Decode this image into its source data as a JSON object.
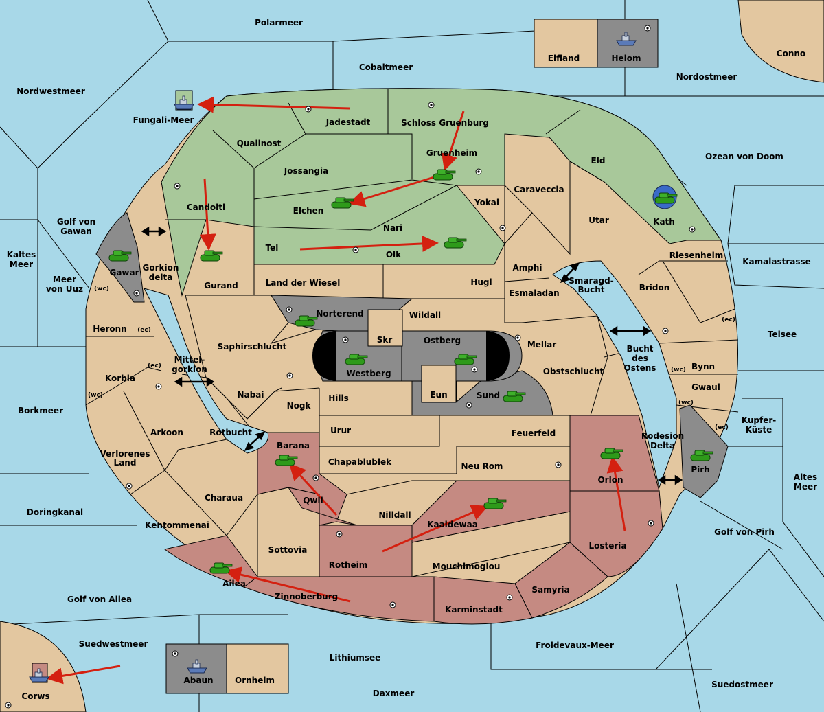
{
  "colors": {
    "sea": "#a8d8e8",
    "land_neutral": "#e3c7a0",
    "land_green": "#a8c89a",
    "land_red": "#c58a82",
    "land_grey": "#8c8c8c",
    "arrow_red": "#d42010",
    "unit_green": "#2e9a1a",
    "unit_blue": "#3a6ac8",
    "center_black": "#000000"
  },
  "icons": {
    "army": "tank-icon",
    "fleet": "ship-icon",
    "supply_center": "supply-center-icon",
    "bidirectional": "double-arrow-icon",
    "move_order": "red-arrow-icon"
  },
  "labels": {
    "polarmeer": "Polarmeer",
    "cobaltmeer": "Cobaltmeer",
    "elfland": "Elfland",
    "helom": "Helom",
    "conno": "Conno",
    "nordostmeer": "Nordostmeer",
    "nordwestmeer": "Nordwestmeer",
    "fungali_meer": "Fungali-Meer",
    "jadestadt": "Jadestadt",
    "schloss_gruenburg": "Schloss Gruenburg",
    "qualinost": "Qualinost",
    "gruenheim": "Gruenheim",
    "eld": "Eld",
    "ozean_von_doom": "Ozean von Doom",
    "jossangia": "Jossangia",
    "caraveccia": "Caraveccia",
    "kath": "Kath",
    "candolti": "Candolti",
    "elchen": "Elchen",
    "yokai": "Yokai",
    "utar": "Utar",
    "golf_von_gawan_1": "Golf von",
    "golf_von_gawan_2": "Gawan",
    "nari": "Nari",
    "tel": "Tel",
    "olk": "Olk",
    "riesenheim": "Riesenheim",
    "kaltes_meer_1": "Kaltes",
    "kaltes_meer_2": "Meer",
    "gawar": "Gawar",
    "gorkion_delta_1": "Gorkion",
    "gorkion_delta_2": "delta",
    "amphi": "Amphi",
    "kamalastrasse": "Kamalastrasse",
    "meer_von_uuz_1": "Meer",
    "meer_von_uuz_2": "von Uuz",
    "gurand": "Gurand",
    "land_der_wiesel": "Land der Wiesel",
    "hugl": "Hugl",
    "smaragd_bucht_1": "Smaragd-",
    "smaragd_bucht_2": "Bucht",
    "bridon": "Bridon",
    "esmaladan": "Esmaladan",
    "norterend": "Norterend",
    "wildall": "Wildall",
    "heronn": "Heronn",
    "teisee": "Teisee",
    "skr": "Skr",
    "saphirschlucht": "Saphirschlucht",
    "ostberg": "Ostberg",
    "mellar": "Mellar",
    "bucht_des_ostens_1": "Bucht",
    "bucht_des_ostens_2": "des",
    "bucht_des_ostens_3": "Ostens",
    "mittelgorkion_1": "Mittel-",
    "mittelgorkion_2": "gorkion",
    "westberg": "Westberg",
    "obstschlucht": "Obstschlucht",
    "bynn": "Bynn",
    "korbia": "Korbia",
    "gwaul": "Gwaul",
    "nabai": "Nabai",
    "hills": "Hills",
    "eun": "Eun",
    "sund": "Sund",
    "borkmeer": "Borkmeer",
    "nogk": "Nogk",
    "kupferkueste_1": "Kupfer-",
    "kupferkueste_2": "Küste",
    "arkoon": "Arkoon",
    "rotbucht": "Rotbucht",
    "urur": "Urur",
    "feuerfeld": "Feuerfeld",
    "rodesion_delta_1": "Rodesion",
    "rodesion_delta_2": "Delta",
    "barana": "Barana",
    "verlorenes_land_1": "Verlorenes",
    "verlorenes_land_2": "Land",
    "chapablublek": "Chapablublek",
    "orlon": "Orlon",
    "pirh": "Pirh",
    "neu_rom": "Neu Rom",
    "altes_meer_1": "Altes",
    "altes_meer_2": "Meer",
    "charaua": "Charaua",
    "qwil": "Qwil",
    "doringkanal": "Doringkanal",
    "nilldall": "Nilldall",
    "kaaldewaa": "Kaaldewaa",
    "kentommenai": "Kentommenai",
    "golf_von_pirh": "Golf von Pirh",
    "losteria": "Losteria",
    "sottovia": "Sottovia",
    "rotheim": "Rotheim",
    "mouchimoglou": "Mouchimoglou",
    "ailea": "Ailea",
    "samyria": "Samyria",
    "golf_von_ailea": "Golf von Ailea",
    "zinnoberburg": "Zinnoberburg",
    "karminstadt": "Karminstadt",
    "suedwestmeer": "Suedwestmeer",
    "froidevaux_meer": "Froidevaux-Meer",
    "lithiumsee": "Lithiumsee",
    "abaun": "Abaun",
    "ornheim": "Ornheim",
    "suedostmeer": "Suedostmeer",
    "corws": "Corws",
    "daxmeer": "Daxmeer",
    "coast_wc": "(wc)",
    "coast_ec": "(ec)"
  }
}
